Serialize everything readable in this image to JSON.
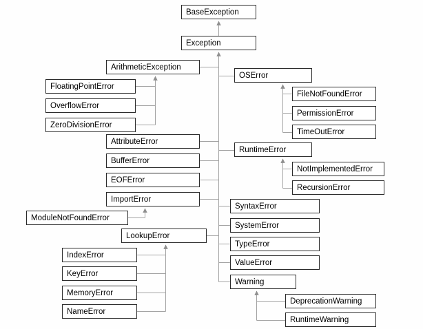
{
  "nodes": {
    "baseException": "BaseException",
    "exception": "Exception",
    "arithmeticException": "ArithmeticException",
    "floatingPointError": "FloatingPointError",
    "overflowError": "OverflowError",
    "zeroDivisionError": "ZeroDivisionError",
    "osError": "OSError",
    "fileNotFoundError": "FileNotFoundError",
    "permissionError": "PermissionError",
    "timeOutError": "TimeOutError",
    "attributeError": "AttributeError",
    "runtimeError": "RuntimeError",
    "bufferError": "BufferError",
    "notImplementedError": "NotImplementedError",
    "eofError": "EOFError",
    "recursionError": "RecursionError",
    "importError": "ImportError",
    "moduleNotFoundError": "ModuleNotFoundError",
    "syntaxError": "SyntaxError",
    "systemError": "SystemError",
    "lookupError": "LookupError",
    "typeError": "TypeError",
    "indexError": "IndexError",
    "valueError": "ValueError",
    "keyError": "KeyError",
    "warning": "Warning",
    "memoryError": "MemoryError",
    "deprecationWarning": "DeprecationWarning",
    "nameError": "NameError",
    "runtimeWarning": "RuntimeWarning"
  },
  "hierarchy": {
    "BaseException": [
      "Exception"
    ],
    "Exception": [
      "ArithmeticException",
      "OSError",
      "AttributeError",
      "RuntimeError",
      "BufferError",
      "EOFError",
      "ImportError",
      "SyntaxError",
      "SystemError",
      "LookupError",
      "TypeError",
      "ValueError",
      "Warning"
    ],
    "ArithmeticException": [
      "FloatingPointError",
      "OverflowError",
      "ZeroDivisionError"
    ],
    "OSError": [
      "FileNotFoundError",
      "PermissionError",
      "TimeOutError"
    ],
    "RuntimeError": [
      "NotImplementedError",
      "RecursionError"
    ],
    "ImportError": [
      "ModuleNotFoundError"
    ],
    "LookupError": [
      "IndexError",
      "KeyError",
      "MemoryError",
      "NameError"
    ],
    "Warning": [
      "DeprecationWarning",
      "RuntimeWarning"
    ]
  },
  "colors": {
    "background": "#ffffff",
    "box_fill": "#ffffff",
    "box_border": "#2b2b2b",
    "text": "#000000",
    "connector": "#a3a3a3"
  }
}
